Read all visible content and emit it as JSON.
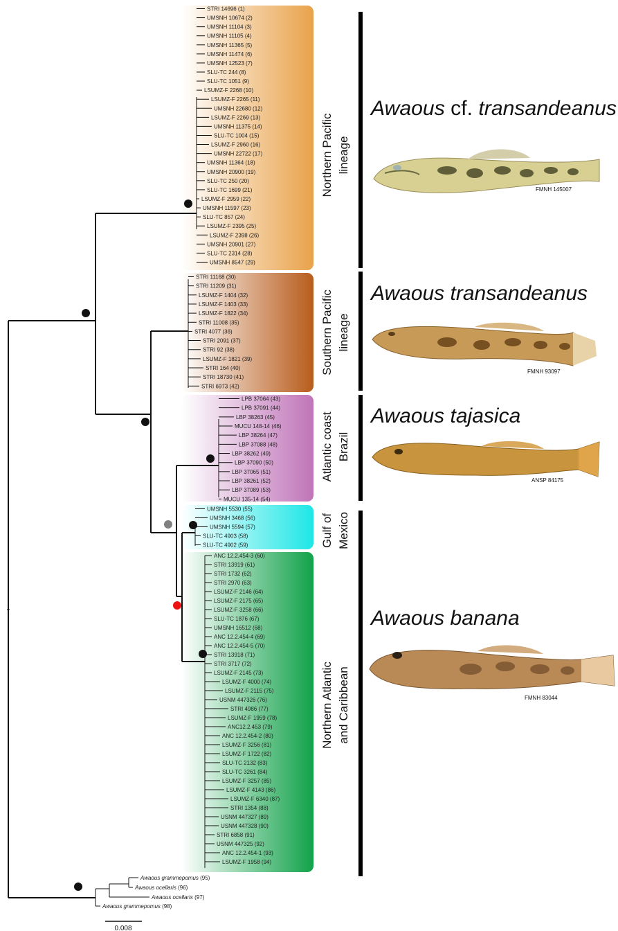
{
  "clades": [
    {
      "id": "northern-pacific",
      "lineage_lines": [
        "Northern  Pacific",
        "lineage"
      ],
      "color": "#e9a24a",
      "species": {
        "genus": "Awaous",
        "mid": " cf. ",
        "epithet": "transandeanus"
      },
      "specimen": "FMNH 145007",
      "leaves": [
        "STRI 14696 (1)",
        "UMSNH 10674 (2)",
        "UMSNH 11104 (3)",
        "UMSNH 11105 (4)",
        "UMSNH 11365 (5)",
        "UMSNH 11474 (6)",
        "UMSNH 12523 (7)",
        "SLU-TC 244 (8)",
        "SLU-TC 1051 (9)",
        "LSUMZ-F 2268 (10)",
        "LSUMZ-F 2265 (11)",
        "UMSNH 22680 (12)",
        "LSUMZ-F 2269 (13)",
        "UMSNH 11375 (14)",
        "SLU-TC 1004 (15)",
        "LSUMZ-F 2960 (16)",
        "UMSNH 22722 (17)",
        "UMSNH 11364 (18)",
        "UMSNH 20900 (19)",
        "SLU-TC 250 (20)",
        "SLU-TC 1699 (21)",
        "LSUMZ-F 2959 (22)",
        "UMSNH 11597 (23)",
        "SLU-TC 857 (24)",
        "LSUMZ-F 2395 (25)",
        "LSUMZ-F 2398 (26)",
        "UMSNH 20901 (27)",
        "SLU-TC 2314 (28)",
        "UMSNH 8547 (29)"
      ]
    },
    {
      "id": "southern-pacific",
      "lineage_lines": [
        "Southern Pacific",
        "lineage"
      ],
      "color": "#b85c1c",
      "species": {
        "genus": "Awaous",
        "mid": " ",
        "epithet": "transandeanus"
      },
      "specimen": "FMNH 93097",
      "leaves": [
        "STRI 11168 (30)",
        "STRI 11209 (31)",
        "LSUMZ-F 1404 (32)",
        "LSUMZ-F 1403 (33)",
        "LSUMZ-F 1822 (34)",
        "STRI 11008 (35)",
        "STRI 4077 (36)",
        "STRI 2091 (37)",
        "STRI 92 (38)",
        "LSUMZ-F 1821 (39)",
        "STRI 164 (40)",
        "STRI 18730 (41)",
        "STRI 6973 (42)"
      ]
    },
    {
      "id": "atlantic-brazil",
      "lineage_lines": [
        "Atlantic coast",
        "Brazil"
      ],
      "color": "#c074b8",
      "species": {
        "genus": "Awaous",
        "mid": " ",
        "epithet": "tajasica"
      },
      "specimen": "ANSP 84175",
      "leaves": [
        "LPB 37064 (43)",
        "LPB 37091 (44)",
        "LBP 38263 (45)",
        "MUCU 148-14 (46)",
        "LBP 38264 (47)",
        "LBP 37088 (48)",
        "LBP 38262 (49)",
        "LBP 37090 (50)",
        "LBP 37065 (51)",
        "LBP 38261 (52)",
        "LBP 37089 (53)",
        "MUCU 135-14 (54)"
      ]
    },
    {
      "id": "gulf-mexico",
      "lineage_lines": [
        "Gulf of",
        "Mexico"
      ],
      "color": "#1ee6e6",
      "species": null,
      "specimen": "",
      "leaves": [
        "UMSNH 5530 (55)",
        "UMSNH 3468 (56)",
        "UMSNH 5594 (57)",
        "SLU-TC 4903 (58)",
        "SLU-TC 4902 (59)"
      ]
    },
    {
      "id": "north-atlantic-caribbean",
      "lineage_lines": [
        "Northern Atlantic",
        "and Caribbean"
      ],
      "color": "#12a24a",
      "species": {
        "genus": "Awaous",
        "mid": " ",
        "epithet": "banana"
      },
      "specimen": "FMNH 83044",
      "leaves": [
        "ANC 12.2.454-3 (60)",
        "STRI 13919 (61)",
        "STRI 1732 (62)",
        "STRI 2970 (63)",
        "LSUMZ-F 2146 (64)",
        "LSUMZ-F 2175 (65)",
        "LSUMZ-F 3258 (66)",
        "SLU-TC 1876 (67)",
        "UMSNH 16512 (68)",
        "ANC 12.2.454-4 (69)",
        "ANC 12.2.454-5 (70)",
        "STRI 13918 (71)",
        "STRI 3717 (72)",
        "LSUMZ-F 2145 (73)",
        "LSUMZ-F 4000 (74)",
        "LSUMZ-F 2115 (75)",
        "USNM 447326 (76)",
        "STRI 4986 (77)",
        "LSUMZ-F 1959 (78)",
        "ANC12.2.453 (79)",
        "ANC 12.2.454-2 (80)",
        "LSUMZ-F 3256 (81)",
        "LSUMZ-F 1722 (82)",
        "SLU-TC 2132 (83)",
        "SLU-TC 3261 (84)",
        "LSUMZ-F 3257 (85)",
        "LSUMZ-F 4143 (86)",
        "LSUMZ-F 6340 (87)",
        "STRI 1354 (88)",
        "USNM 447327 (89)",
        "USNM 447328 (90)",
        "STRI 6858 (91)",
        "USNM 447325 (92)",
        "ANC 12.2.454-1 (93)",
        "LSUMZ-F 1958 (94)"
      ]
    }
  ],
  "outgroup": [
    {
      "name": "Awaous grammepomus",
      "num": " (95)"
    },
    {
      "name": "Awaous ocellaris",
      "num": " (96)"
    },
    {
      "name": "Awaous ocellaris",
      "num": " (97)"
    },
    {
      "name": "Awaous grammepomus",
      "num": " (98)"
    }
  ],
  "scale_bar": "0.008",
  "node_colors": {
    "black": "#111111",
    "grey": "#808080",
    "red": "#ee1111"
  }
}
